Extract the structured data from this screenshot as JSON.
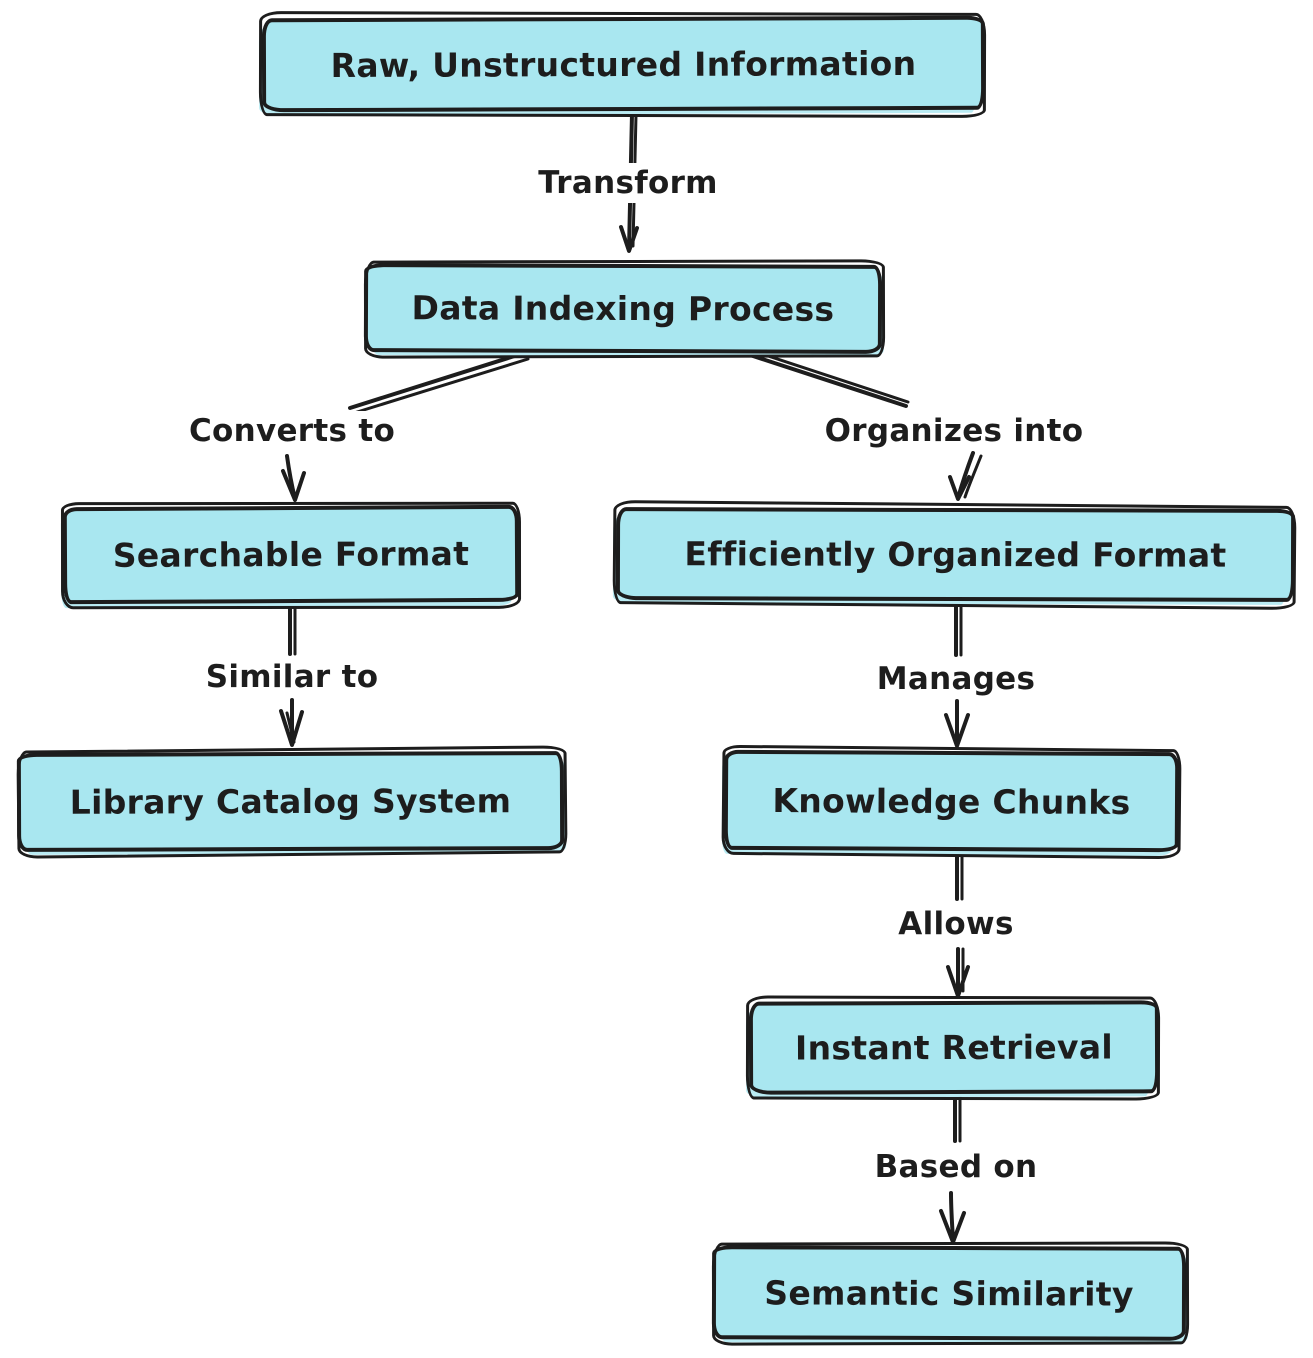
{
  "diagram": {
    "type": "flowchart",
    "colors": {
      "node_fill": "#a9e7f0",
      "stroke": "#1d1d1d",
      "text": "#1d1d1d",
      "background": "#ffffff"
    },
    "nodes": [
      {
        "label": "Raw, Unstructured Information"
      },
      {
        "label": "Data Indexing Process"
      },
      {
        "label": "Searchable Format"
      },
      {
        "label": "Efficiently Organized Format"
      },
      {
        "label": "Library Catalog System"
      },
      {
        "label": "Knowledge Chunks"
      },
      {
        "label": "Instant Retrieval"
      },
      {
        "label": "Semantic Similarity"
      }
    ],
    "edges": [
      {
        "from": "Raw, Unstructured Information",
        "to": "Data Indexing Process",
        "label": "Transform"
      },
      {
        "from": "Data Indexing Process",
        "to": "Searchable Format",
        "label": "Converts to"
      },
      {
        "from": "Data Indexing Process",
        "to": "Efficiently Organized Format",
        "label": "Organizes into"
      },
      {
        "from": "Searchable Format",
        "to": "Library Catalog System",
        "label": "Similar to"
      },
      {
        "from": "Efficiently Organized Format",
        "to": "Knowledge Chunks",
        "label": "Manages"
      },
      {
        "from": "Knowledge Chunks",
        "to": "Instant Retrieval",
        "label": "Allows"
      },
      {
        "from": "Instant Retrieval",
        "to": "Semantic Similarity",
        "label": "Based on"
      }
    ]
  }
}
